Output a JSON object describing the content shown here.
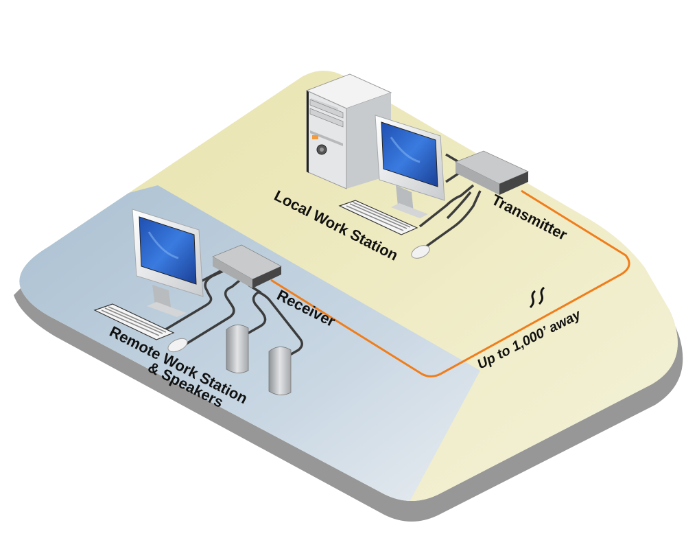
{
  "diagram": {
    "title": "KVM extender connection diagram",
    "labels": {
      "local_station": "Local Work Station",
      "transmitter": "Transmitter",
      "receiver": "Receiver",
      "remote_station_line1": "Remote Work Station",
      "remote_station_line2": "& Speakers",
      "distance": "Up to 1,000’ away",
      "break_symbol": "≈"
    },
    "colors": {
      "local_zone": "#ebe7b7",
      "remote_zone": "#b4c8d8",
      "platform_edge": "#979797",
      "link_cable": "#f07d1a",
      "device_cable": "#3c3c3c",
      "screen": "#2b63c6"
    },
    "nodes": [
      {
        "id": "local-pc",
        "type": "tower-computer",
        "zone": "local"
      },
      {
        "id": "local-monitor",
        "type": "monitor",
        "zone": "local"
      },
      {
        "id": "local-keyboard",
        "type": "keyboard",
        "zone": "local"
      },
      {
        "id": "local-mouse",
        "type": "mouse",
        "zone": "local"
      },
      {
        "id": "transmitter",
        "type": "extender-box",
        "zone": "local"
      },
      {
        "id": "receiver",
        "type": "extender-box",
        "zone": "remote"
      },
      {
        "id": "remote-monitor",
        "type": "monitor",
        "zone": "remote"
      },
      {
        "id": "remote-keyboard",
        "type": "keyboard",
        "zone": "remote"
      },
      {
        "id": "remote-mouse",
        "type": "mouse",
        "zone": "remote"
      },
      {
        "id": "speaker-left",
        "type": "speaker",
        "zone": "remote"
      },
      {
        "id": "speaker-right",
        "type": "speaker",
        "zone": "remote"
      }
    ],
    "links": [
      {
        "from": "transmitter",
        "to": "receiver",
        "type": "long-distance-cable"
      }
    ]
  }
}
